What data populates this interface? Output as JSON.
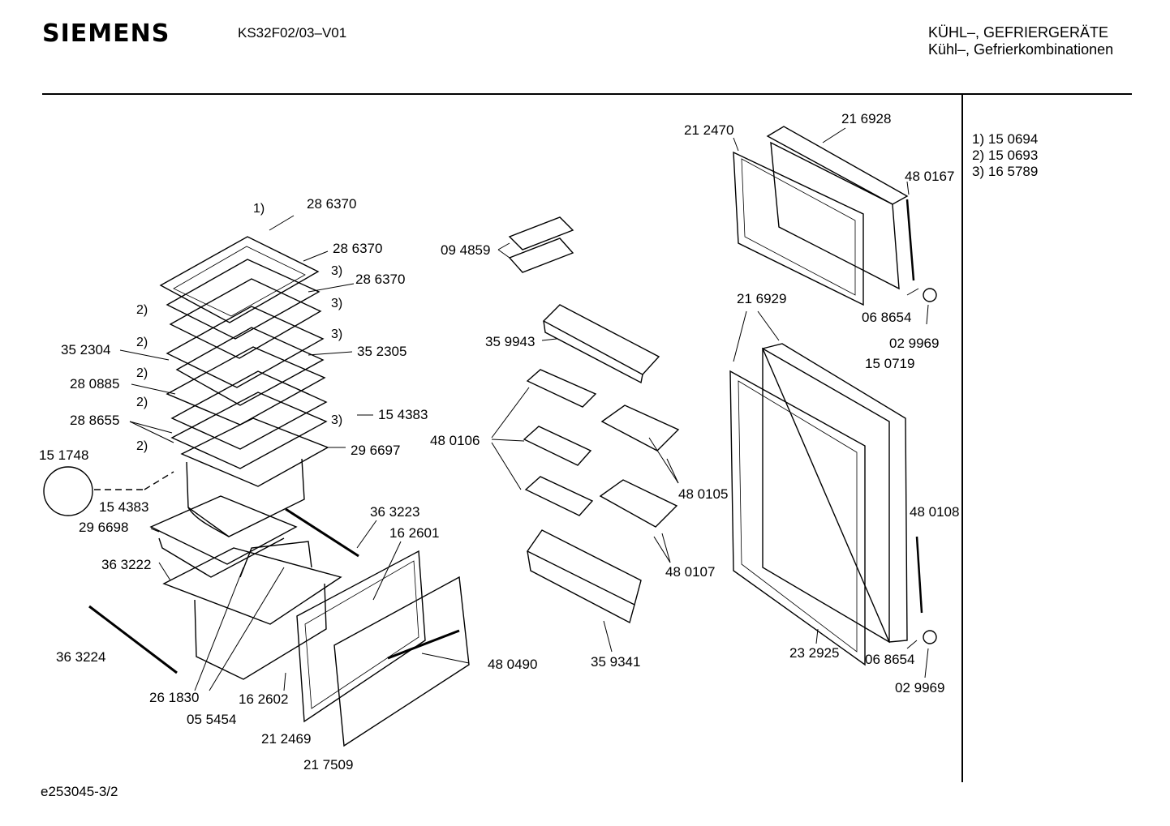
{
  "header": {
    "brand": "SIEMENS",
    "model": "KS32F02/03–V01",
    "category_line1": "KÜHL–, GEFRIERGERÄTE",
    "category_line2": "Kühl–, Gefrierkombinationen"
  },
  "footnotes": [
    {
      "key": "1)",
      "part": "15 0694"
    },
    {
      "key": "2)",
      "part": "15 0693"
    },
    {
      "key": "3)",
      "part": "16 5789"
    }
  ],
  "footer": {
    "drawing_id": "e253045-3/2"
  },
  "labels": [
    "28 6370",
    "28 6370",
    "28 6370",
    "09 4859",
    "35 2304",
    "35 2305",
    "28 0885",
    "15 4383",
    "28 8655",
    "29 6697",
    "15 1748",
    "15 4383",
    "36 3223",
    "29 6698",
    "16 2601",
    "36 3222",
    "36 3224",
    "48 0490",
    "26 1830",
    "16 2602",
    "05 5454",
    "21 2469",
    "21 7509",
    "35 9943",
    "48 0106",
    "48 0105",
    "48 0107",
    "35 9341",
    "21 2470",
    "21 6928",
    "48 0167",
    "06 8654",
    "02 9969",
    "21 6929",
    "15 0719",
    "48 0108",
    "23 2925",
    "06 8654",
    "02 9969"
  ],
  "markers": [
    "1)",
    "3)",
    "3)",
    "3)",
    "3)",
    "2)",
    "2)",
    "2)",
    "2)",
    "2)"
  ]
}
